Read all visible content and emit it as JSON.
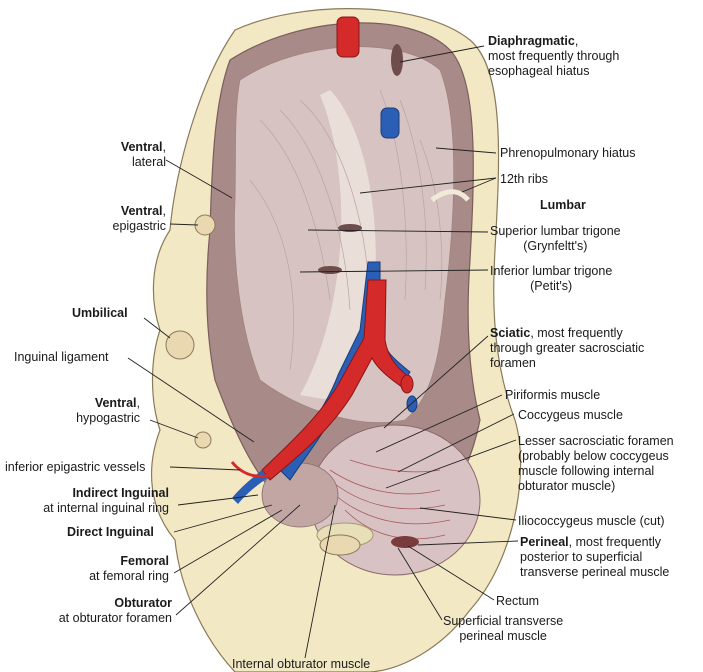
{
  "colors": {
    "background": "#ffffff",
    "skin": "#f3e8c4",
    "cavity": "#a88a88",
    "muscle": "#d7c4c2",
    "fascia": "#ece4dc",
    "artery": "#d42a2a",
    "vein": "#2b5fb5",
    "leader": "#222222"
  },
  "labels": {
    "diaphragmatic": {
      "bold": "Diaphragmatic",
      "rest": ",",
      "line2": "most frequently through",
      "line3": "esophageal hiatus"
    },
    "phrenopulmonary": "Phrenopulmonary hiatus",
    "ribs": "12th ribs",
    "lumbar": "Lumbar",
    "superior_lumbar": {
      "line1": "Superior lumbar trigone",
      "line2": "(Grynfeltt's)"
    },
    "inferior_lumbar": {
      "line1": "Inferior lumbar trigone",
      "line2": "(Petit's)"
    },
    "sciatic": {
      "bold": "Sciatic",
      "rest": ", most frequently",
      "line2": "through greater sacrosciatic",
      "line3": "foramen"
    },
    "piriformis": "Piriformis muscle",
    "coccygeus": "Coccygeus muscle",
    "lesser_sacrosciatic": {
      "line1": "Lesser sacrosciatic foramen",
      "line2": "(probably below coccygeus",
      "line3": "muscle following internal",
      "line4": "obturator muscle)"
    },
    "iliococcygeus": "Iliococcygeus muscle (cut)",
    "perineal": {
      "bold": "Perineal",
      "rest": ", most frequently",
      "line2": "posterior to superficial",
      "line3": "transverse perineal muscle"
    },
    "rectum": "Rectum",
    "superficial_transverse": {
      "line1": "Superficial transverse",
      "line2": "perineal muscle"
    },
    "internal_obturator": "Internal obturator muscle",
    "ventral_lateral": {
      "bold": "Ventral",
      "rest": ",",
      "line2": "lateral"
    },
    "ventral_epigastric": {
      "bold": "Ventral",
      "rest": ",",
      "line2": "epigastric"
    },
    "umbilical": "Umbilical",
    "inguinal_ligament": "Inguinal ligament",
    "ventral_hypogastric": {
      "bold": "Ventral",
      "rest": ",",
      "line2": "hypogastric"
    },
    "inferior_epigastric": "inferior epigastric vessels",
    "indirect_inguinal": {
      "bold": "Indirect Inguinal",
      "line2": "at internal inguinal ring"
    },
    "direct_inguinal": "Direct Inguinal",
    "femoral": {
      "bold": "Femoral",
      "line2": "at femoral ring"
    },
    "obturator": {
      "bold": "Obturator",
      "line2": "at obturator foramen"
    }
  }
}
